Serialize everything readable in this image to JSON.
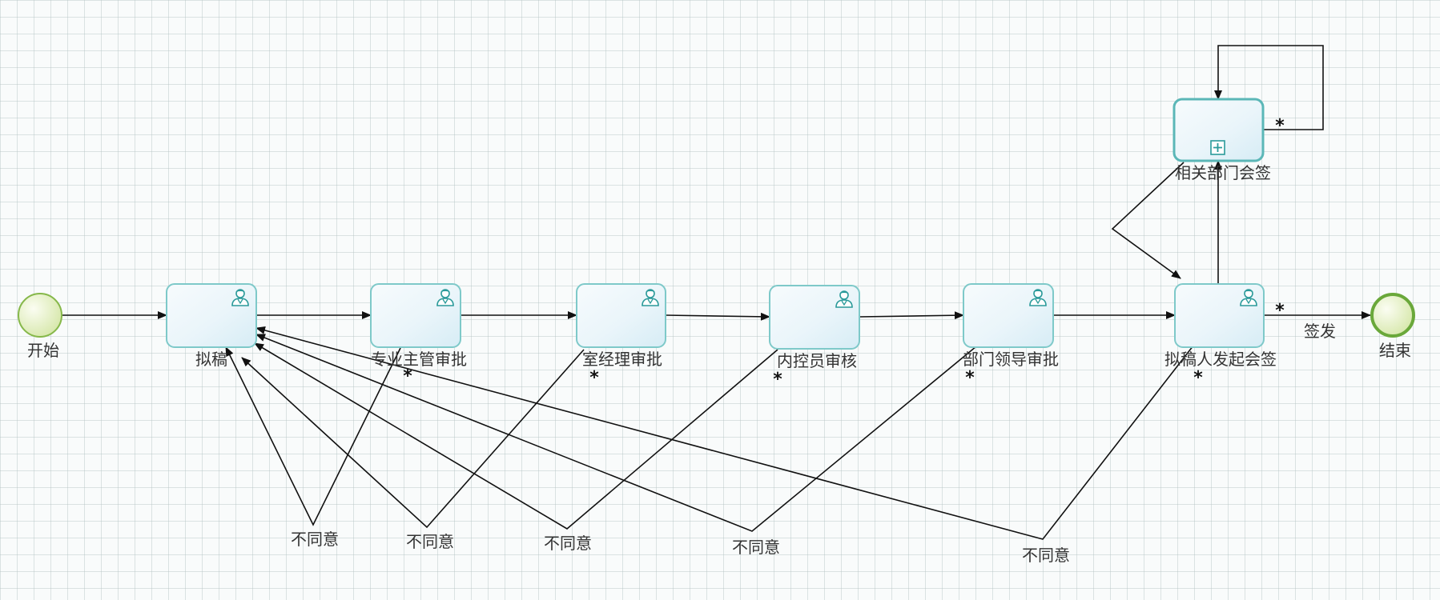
{
  "nodes": {
    "start": {
      "label": "开始"
    },
    "end": {
      "label": "结束"
    },
    "draft": {
      "label": "拟稿"
    },
    "supervisor": {
      "label": "专业主管审批"
    },
    "room_manager": {
      "label": "室经理审批"
    },
    "internal_control": {
      "label": "内控员审核"
    },
    "dept_leader": {
      "label": "部门领导审批"
    },
    "drafter_countersign": {
      "label": "拟稿人发起会签"
    },
    "related_countersign": {
      "label": "相关部门会签"
    }
  },
  "edges": {
    "disagree_label": "不同意",
    "issue_label": "签发",
    "multi_marker": "*"
  },
  "colors": {
    "task_border": "#7ec9c9",
    "task_fill": "#e6f3f8",
    "event_fill": "#dbe9b6",
    "event_border": "#86b84a",
    "icon": "#2a9a9a"
  }
}
